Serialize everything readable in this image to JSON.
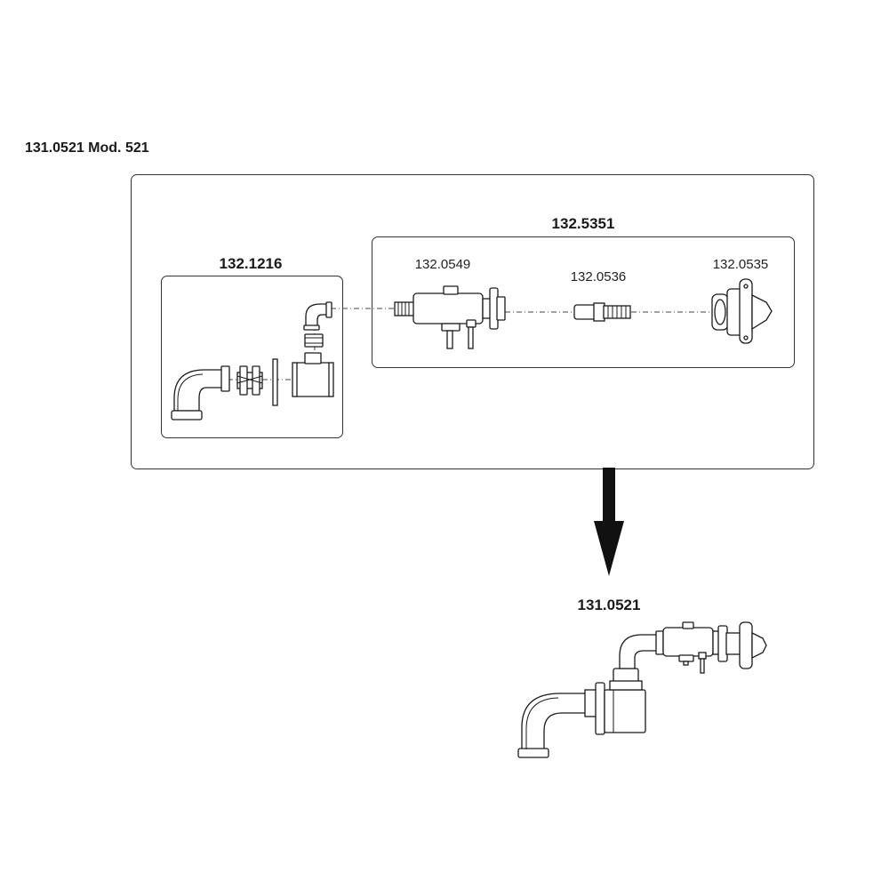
{
  "title": "131.0521 Mod. 521",
  "outer_group": {
    "left_group_label": "132.1216",
    "right_group_label": "132.5351",
    "parts": [
      {
        "code": "132.0549"
      },
      {
        "code": "132.0536"
      },
      {
        "code": "132.0535"
      }
    ]
  },
  "assembly_label": "131.0521",
  "colors": {
    "line": "#1a1a1a",
    "arrow": "#111111",
    "background": "#ffffff"
  }
}
